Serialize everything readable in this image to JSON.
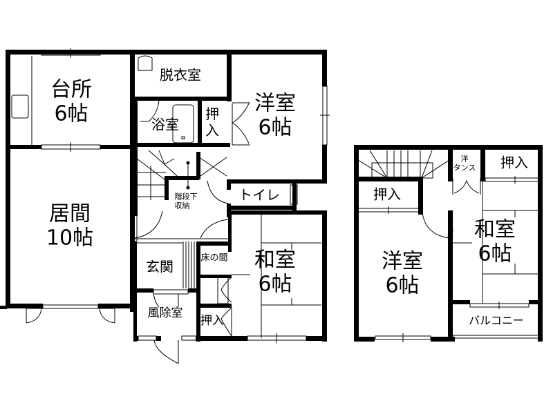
{
  "plan": {
    "floor1": {
      "rooms": [
        {
          "id": "kitchen",
          "name": "台所",
          "size": "6帖"
        },
        {
          "id": "dressing",
          "name": "脱衣室"
        },
        {
          "id": "bath",
          "name": "浴室"
        },
        {
          "id": "closet-upper",
          "name": "押入"
        },
        {
          "id": "western1",
          "name": "洋室",
          "size": "6帖"
        },
        {
          "id": "living",
          "name": "居間",
          "size": "10帖"
        },
        {
          "id": "understairs",
          "name": "階段下\n収納",
          "line1": "階段下",
          "line2": "収納"
        },
        {
          "id": "toilet",
          "name": "トイレ"
        },
        {
          "id": "entrance",
          "name": "玄関"
        },
        {
          "id": "tokonoma",
          "name": "床の間"
        },
        {
          "id": "japanese1",
          "name": "和室",
          "size": "6帖"
        },
        {
          "id": "windbreak",
          "name": "風除室"
        },
        {
          "id": "closet-lower",
          "name": "押入"
        }
      ]
    },
    "floor2": {
      "rooms": [
        {
          "id": "closet-a",
          "name": "押入"
        },
        {
          "id": "wardrobe",
          "line1": "洋",
          "line2": "タンス"
        },
        {
          "id": "closet-b",
          "name": "押入"
        },
        {
          "id": "western2",
          "name": "洋室",
          "size": "6帖"
        },
        {
          "id": "japanese2",
          "name": "和室",
          "size": "6帖"
        },
        {
          "id": "balcony",
          "name": "バルコニー"
        }
      ]
    },
    "colors": {
      "wall": "#000000",
      "background": "#ffffff",
      "line": "#000000"
    }
  }
}
